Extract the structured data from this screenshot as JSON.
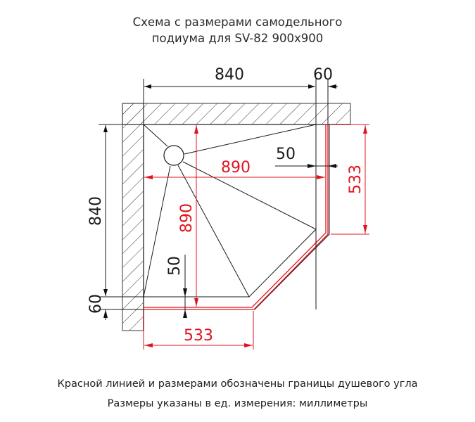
{
  "title": {
    "line1": "Схема с размерами самодельного",
    "line2": "подиума для SV-82 900x900"
  },
  "captions": {
    "line1": "Красной линией и размерами обозначены границы душевого угла",
    "line2": "Размеры указаны в ед. измерения: миллиметры"
  },
  "dimensions": {
    "top_width": "840",
    "top_wall_offset": "60",
    "left_height": "840",
    "left_wall_offset": "60",
    "red_horizontal": "890",
    "red_vertical": "890",
    "right_gap": "50",
    "bottom_gap": "50",
    "right_side": "533",
    "bottom_side": "533"
  },
  "colors": {
    "line": "#1a1a1a",
    "red": "#e0141e",
    "hatch": "#333333"
  }
}
